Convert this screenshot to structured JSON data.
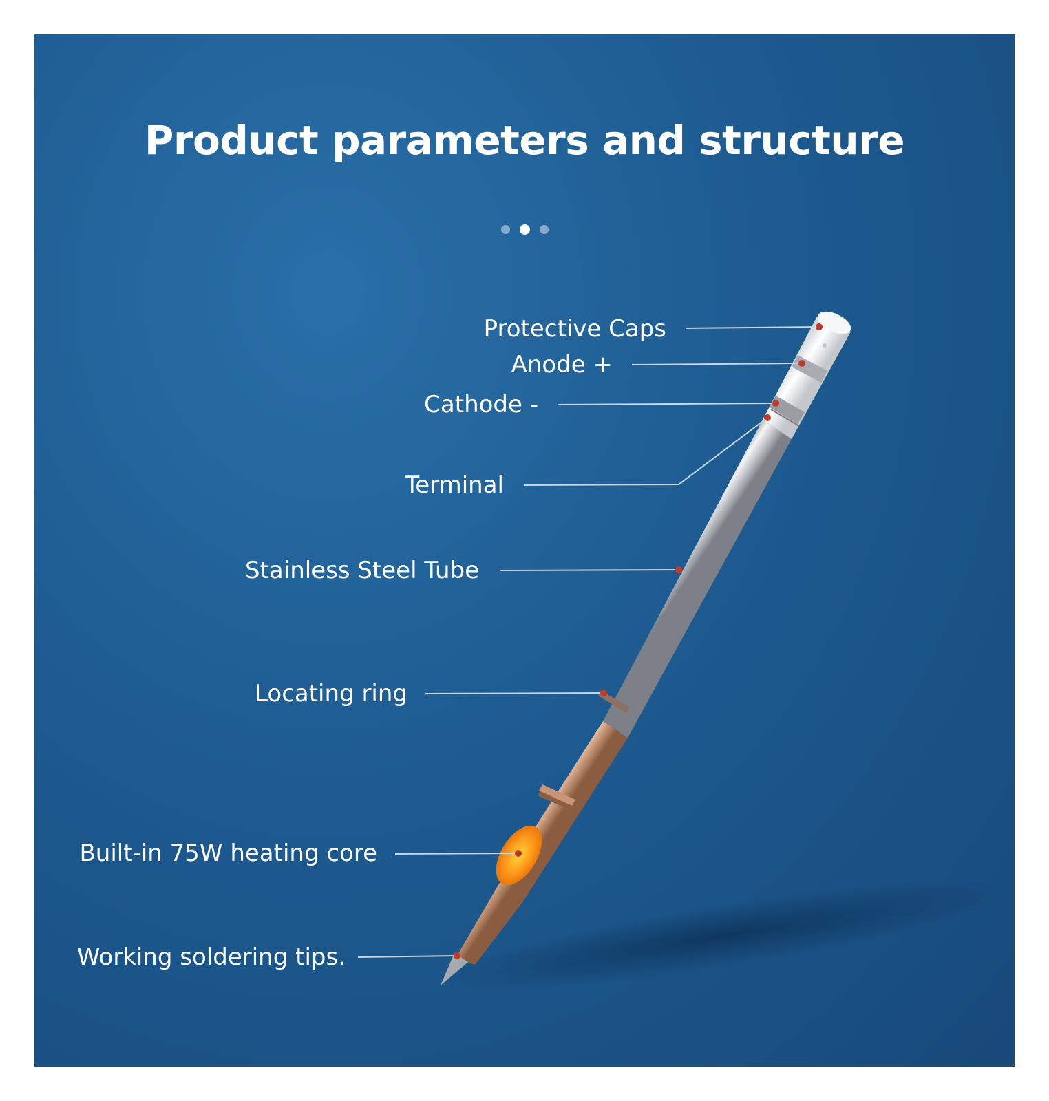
{
  "header": {
    "title": "Product parameters and structure"
  },
  "carousel": {
    "dot_count": 3,
    "active_index": 1
  },
  "labels": [
    {
      "id": "protective-caps",
      "text": "Protective Caps"
    },
    {
      "id": "anode",
      "text": "Anode +"
    },
    {
      "id": "cathode",
      "text": "Cathode -"
    },
    {
      "id": "terminal",
      "text": "Terminal"
    },
    {
      "id": "stainless-steel-tube",
      "text": "Stainless Steel Tube"
    },
    {
      "id": "locating-ring",
      "text": "Locating ring"
    },
    {
      "id": "heating-core",
      "text": "Built-in 75W heating core"
    },
    {
      "id": "soldering-tip",
      "text": "Working soldering tips."
    }
  ],
  "colors": {
    "background": "#1d5b91",
    "text": "#ffffff",
    "marker": "#c0392b",
    "leader_line": "#c9d6e3",
    "heating_core": "#ff9a1a"
  }
}
